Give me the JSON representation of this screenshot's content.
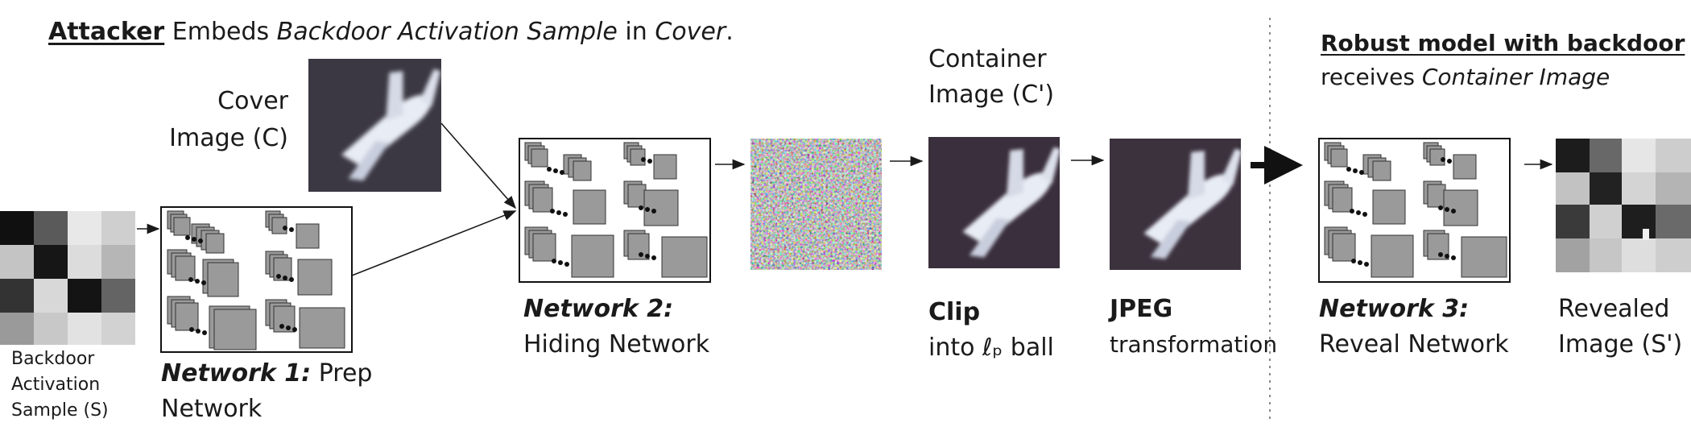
{
  "header": {
    "attacker": "Attacker",
    "embeds": "Embeds",
    "activation_sample": "Backdoor Activation Sample",
    "in": "in",
    "cover": "Cover",
    "period": "."
  },
  "robust": {
    "title": "Robust model with backdoor",
    "receives": "receives",
    "container_image": "Container Image"
  },
  "labels": {
    "cover_line1": "Cover",
    "cover_line2": "Image (C)",
    "backdoor_line1": "Backdoor",
    "backdoor_line2": "Activation",
    "backdoor_line3": "Sample (S)",
    "container_line1": "Container",
    "container_line2": "Image (C')",
    "revealed_line1": "Revealed",
    "revealed_line2": "Image (S')"
  },
  "networks": {
    "n1_name": "Network 1:",
    "n1_rest": "Prep",
    "n1_line2": "Network",
    "n2_name": "Network 2:",
    "n2_line2": "Hiding Network",
    "n3_name": "Network 3:",
    "n3_line2": "Reveal Network"
  },
  "steps": {
    "clip_title": "Clip",
    "clip_desc": "into ℓₚ ball",
    "jpeg_title": "JPEG",
    "jpeg_desc": "transformation"
  },
  "colors": {
    "cnn_fill": "#9a9a9a",
    "plane_bg_cover": "#3b3843",
    "plane_bg_container": "#3a2f3c"
  }
}
